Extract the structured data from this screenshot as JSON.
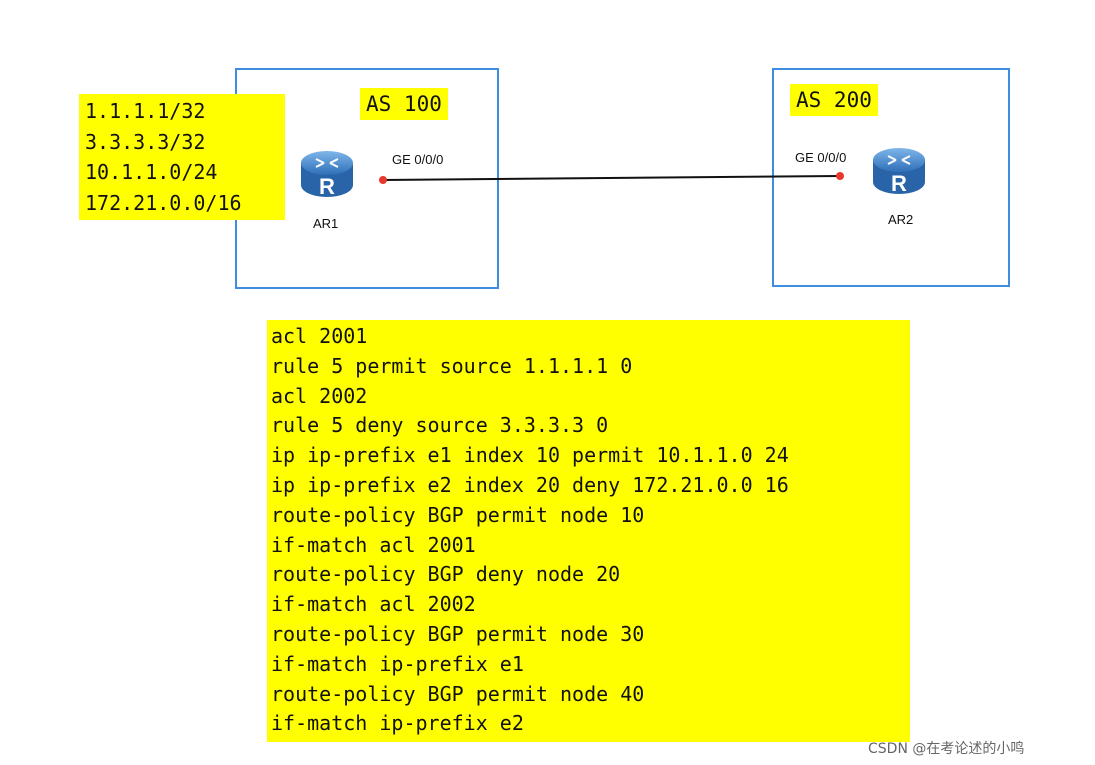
{
  "as_boxes": [
    {
      "label": "AS 100"
    },
    {
      "label": "AS 200"
    }
  ],
  "colors": {
    "box_border": "#3d8ee0",
    "highlight": "#ffff00",
    "router": "#3a7fc8",
    "port_dot": "#e8382e",
    "link": "#111111"
  },
  "prefixes": [
    "1.1.1.1/32",
    "3.3.3.3/32",
    "10.1.1.0/24",
    "172.21.0.0/16"
  ],
  "routers": [
    {
      "name": "AR1",
      "interface": "GE 0/0/0",
      "icon": "router-icon"
    },
    {
      "name": "AR2",
      "interface": "GE 0/0/0",
      "icon": "router-icon"
    }
  ],
  "config_lines": [
    "acl 2001",
    "rule 5 permit source 1.1.1.1 0",
    "acl 2002",
    "rule 5 deny source 3.3.3.3 0",
    "ip ip-prefix e1 index 10 permit 10.1.1.0 24",
    "ip ip-prefix e2 index 20 deny 172.21.0.0 16",
    "route-policy BGP permit node 10",
    "if-match acl 2001",
    "route-policy BGP deny node 20",
    "if-match acl 2002",
    "route-policy BGP permit node 30",
    "if-match ip-prefix e1",
    "route-policy BGP permit node 40",
    "if-match ip-prefix e2"
  ],
  "watermark": "CSDN @在考论述的小鸣"
}
